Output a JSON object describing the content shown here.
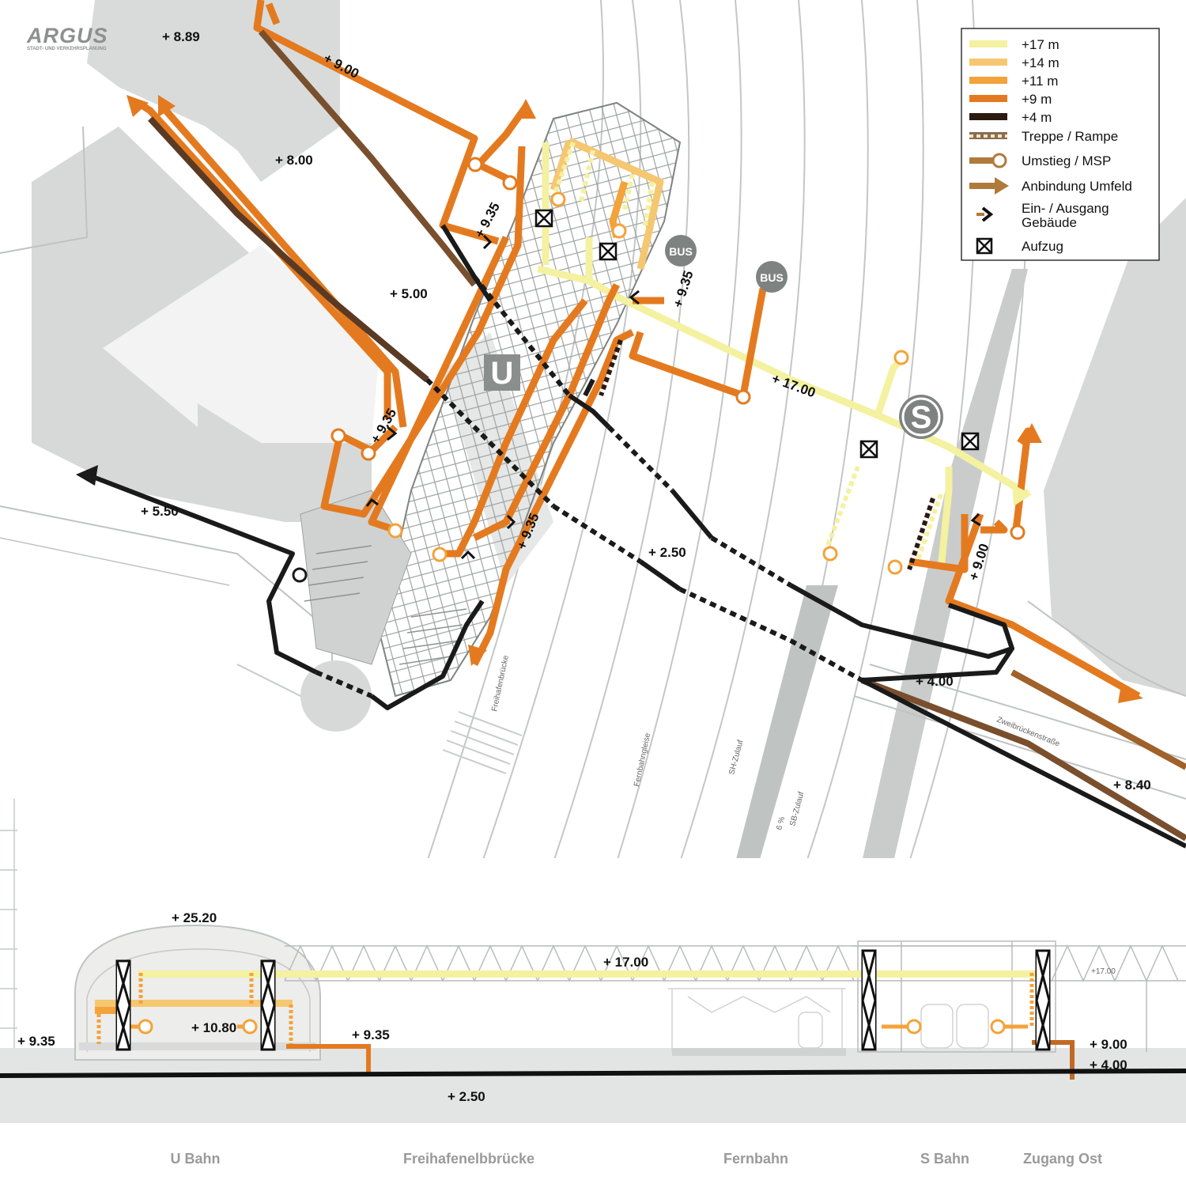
{
  "logo": {
    "name": "ARGUS",
    "tagline": "STADT- UND VERKEHRSPLANUNG"
  },
  "colors": {
    "level_17": "#f4f1a0",
    "level_14": "#f6c771",
    "level_11": "#f3a33a",
    "level_9": "#e47a1f",
    "level_4": "#2a1a12",
    "ground": "#1a1a1a",
    "map_gray": "#d6d9d7",
    "line_gray": "#b8bcba"
  },
  "legend": [
    {
      "label": "+17 m",
      "kind": "line",
      "color": "#f4f1a0",
      "icon": "line-swatch"
    },
    {
      "label": "+14 m",
      "kind": "line",
      "color": "#f6c771",
      "icon": "line-swatch"
    },
    {
      "label": "+11 m",
      "kind": "line",
      "color": "#f3a33a",
      "icon": "line-swatch"
    },
    {
      "label": "+9 m",
      "kind": "line",
      "color": "#e47a1f",
      "icon": "line-swatch"
    },
    {
      "label": "+4 m",
      "kind": "line",
      "color": "#2a1a12",
      "icon": "line-swatch"
    },
    {
      "label": "Treppe / Rampe",
      "kind": "stair",
      "icon": "stair-icon"
    },
    {
      "label": "Umstieg / MSP",
      "kind": "circle",
      "icon": "transfer-circle-icon"
    },
    {
      "label": "Anbindung Umfeld",
      "kind": "arrow",
      "icon": "arrow-right-icon"
    },
    {
      "label": "Ein- / Ausgang",
      "label2": "Gebäude",
      "kind": "chevron",
      "icon": "chevron-right-icon"
    },
    {
      "label": "Aufzug",
      "kind": "elevator",
      "icon": "elevator-icon"
    }
  ],
  "plan": {
    "elevations": [
      {
        "id": "e889",
        "text": "+ 8.89"
      },
      {
        "id": "e900a",
        "text": "+ 9.00"
      },
      {
        "id": "e800",
        "text": "+ 8.00"
      },
      {
        "id": "e500",
        "text": "+ 5.00"
      },
      {
        "id": "e935a",
        "text": "+ 9.35"
      },
      {
        "id": "e935b",
        "text": "+ 9.35"
      },
      {
        "id": "e935c",
        "text": "+ 9.35"
      },
      {
        "id": "e935d",
        "text": "+ 9.35"
      },
      {
        "id": "e550",
        "text": "+ 5.50"
      },
      {
        "id": "e1700",
        "text": "+ 17.00"
      },
      {
        "id": "e250",
        "text": "+ 2.50"
      },
      {
        "id": "e400",
        "text": "+ 4.00"
      },
      {
        "id": "e900b",
        "text": "+ 9.00"
      },
      {
        "id": "e840",
        "text": "+ 8.40"
      }
    ],
    "station_u": "U",
    "station_s": "S",
    "bus_labels": [
      "BUS",
      "BUS"
    ],
    "street_labels": [
      {
        "id": "freihafen",
        "text": "Freihafenbrücke"
      },
      {
        "id": "fernbahngleise",
        "text": "Fernbahngleise"
      },
      {
        "id": "sh",
        "text": "SH-Zulauf"
      },
      {
        "id": "sb",
        "text": "SB-Zulauf"
      },
      {
        "id": "zwei",
        "text": "Zweibrückenstraße"
      },
      {
        "id": "pct",
        "text": "6 %"
      }
    ]
  },
  "section": {
    "elevations": [
      {
        "id": "s2520",
        "text": "+ 25.20"
      },
      {
        "id": "s1700",
        "text": "+ 17.00"
      },
      {
        "id": "s935l",
        "text": "+ 9.35"
      },
      {
        "id": "s1080",
        "text": "+ 10.80"
      },
      {
        "id": "s935m",
        "text": "+ 9.35"
      },
      {
        "id": "s900",
        "text": "+ 9.00"
      },
      {
        "id": "s400",
        "text": "+ 4.00"
      },
      {
        "id": "s250",
        "text": "+ 2.50"
      },
      {
        "id": "s17m",
        "text": "+17.00"
      }
    ],
    "captions": [
      "U Bahn",
      "Freihafenelbbrücke",
      "Fernbahn",
      "S Bahn",
      "Zugang Ost"
    ]
  }
}
